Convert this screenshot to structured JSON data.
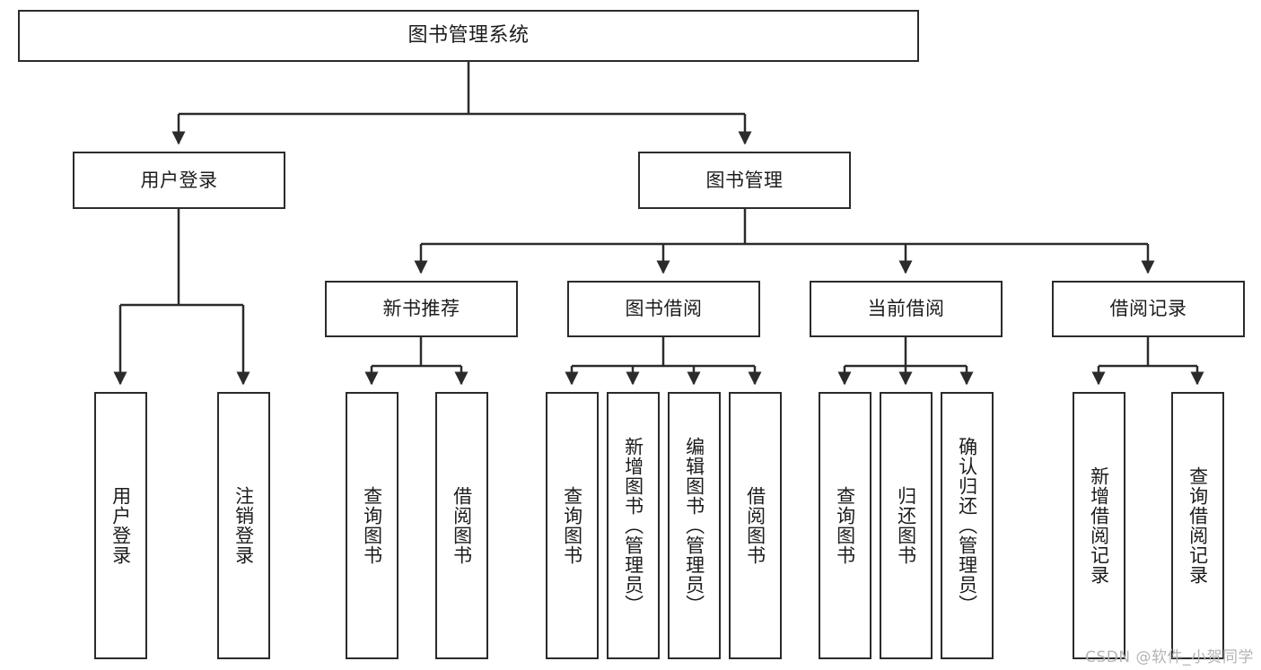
{
  "diagram": {
    "title": "图书管理系统",
    "type": "hierarchy-tree",
    "watermark": "CSDN @软件_小贺同学",
    "colors": {
      "box_border": "#2b2b2b",
      "box_fill": "#ffffff",
      "text": "#1c1c1c",
      "connector": "#2b2b2b",
      "watermark": "#b4b4b4",
      "background": "#ffffff"
    },
    "nodes": {
      "root": {
        "label": "图书管理系统"
      },
      "level2": [
        {
          "label": "用户登录"
        },
        {
          "label": "图书管理"
        }
      ],
      "level3": [
        {
          "label": "新书推荐"
        },
        {
          "label": "图书借阅"
        },
        {
          "label": "当前借阅"
        },
        {
          "label": "借阅记录"
        }
      ],
      "leaves": {
        "user_login": [
          {
            "label": "用户登录"
          },
          {
            "label": "注销登录"
          }
        ],
        "new_book_recommend": [
          {
            "label": "查询图书"
          },
          {
            "label": "借阅图书"
          }
        ],
        "book_borrow": [
          {
            "label": "查询图书"
          },
          {
            "label": "新增图书（管理员）"
          },
          {
            "label": "编辑图书（管理员）"
          },
          {
            "label": "借阅图书"
          }
        ],
        "current_borrow": [
          {
            "label": "查询图书"
          },
          {
            "label": "归还图书"
          },
          {
            "label": "确认归还（管理员）"
          }
        ],
        "borrow_record": [
          {
            "label": "新增借阅记录"
          },
          {
            "label": "查询借阅记录"
          }
        ]
      }
    }
  }
}
